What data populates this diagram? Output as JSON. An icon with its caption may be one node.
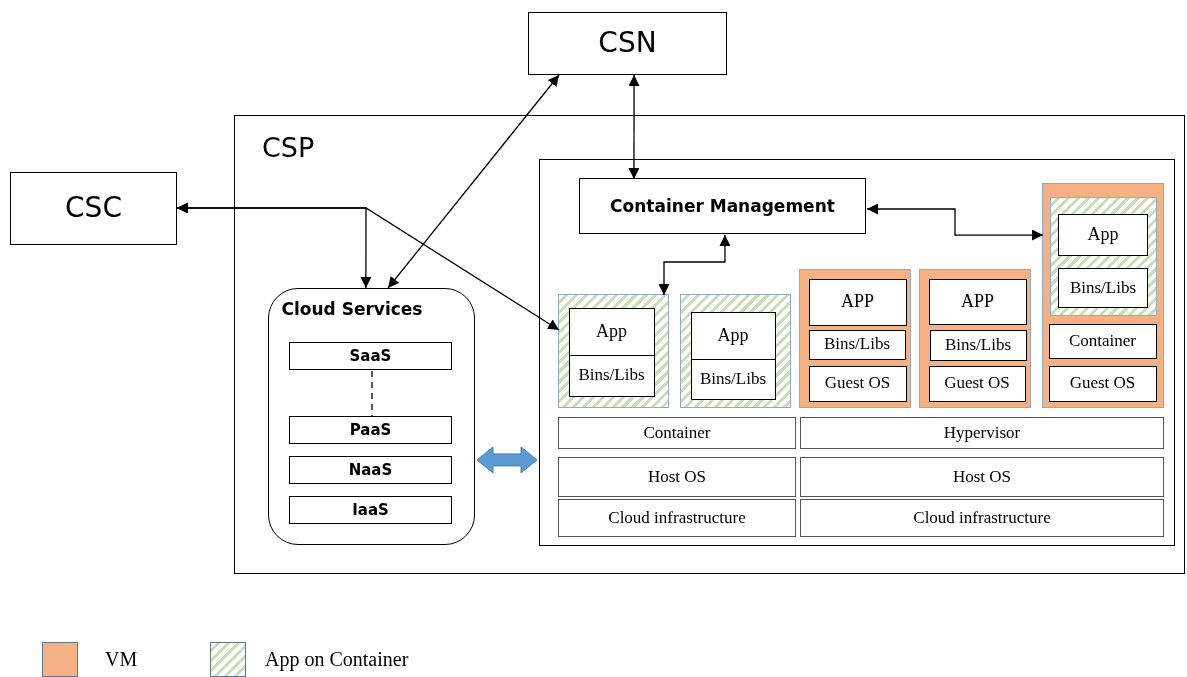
{
  "diagram": {
    "nodes": [
      {
        "text": [
          "CSN"
        ]
      },
      {
        "text": [
          "CSP"
        ]
      },
      {
        "text": [
          "CSC"
        ]
      },
      {
        "text": [
          "Cloud Services"
        ],
        "in": 1
      },
      {
        "text": [
          "SaaS"
        ],
        "in": 3
      },
      {
        "text": [
          "PaaS"
        ],
        "in": 3
      },
      {
        "text": [
          "NaaS"
        ],
        "in": 3
      },
      {
        "text": [
          "IaaS"
        ],
        "in": 3
      },
      {
        "text": [],
        "shape": "box",
        "in": 1
      },
      {
        "text": [
          "Container Management"
        ],
        "in": 8
      },
      {
        "text": [],
        "shape": "box",
        "in": 8
      },
      {
        "text": [
          "App"
        ],
        "in": 10
      },
      {
        "text": [
          "Bins/Libs"
        ],
        "in": 10
      },
      {
        "text": [],
        "shape": "box",
        "in": 8
      },
      {
        "text": [
          "App"
        ],
        "in": 13
      },
      {
        "text": [
          "Bins/Libs"
        ],
        "in": 13
      },
      {
        "text": [],
        "shape": "box",
        "in": 8
      },
      {
        "text": [
          "APP"
        ],
        "in": 16
      },
      {
        "text": [
          "Bins/Libs"
        ],
        "in": 16
      },
      {
        "text": [
          "Guest OS"
        ],
        "in": 16
      },
      {
        "text": [],
        "shape": "box",
        "in": 8
      },
      {
        "text": [
          "APP"
        ],
        "in": 20
      },
      {
        "text": [
          "Bins/Libs"
        ],
        "in": 20
      },
      {
        "text": [
          "Guest OS"
        ],
        "in": 20
      },
      {
        "text": [],
        "shape": "box",
        "in": 8
      },
      {
        "text": [],
        "shape": "box",
        "in": 24
      },
      {
        "text": [
          "App"
        ],
        "in": 25
      },
      {
        "text": [
          "Bins/Libs"
        ],
        "in": 25
      },
      {
        "text": [
          "Container"
        ],
        "in": 24
      },
      {
        "text": [
          "Guest OS"
        ],
        "in": 24
      },
      {
        "text": [
          "Container"
        ],
        "in": 8
      },
      {
        "text": [
          "Hypervisor"
        ],
        "in": 8
      },
      {
        "text": [
          "Host OS"
        ],
        "in": 8
      },
      {
        "text": [
          "Host OS"
        ],
        "in": 8
      },
      {
        "text": [
          "Cloud infrastructure"
        ],
        "in": 8
      },
      {
        "text": [
          "Cloud infrastructure"
        ],
        "in": 8
      }
    ],
    "edges": [
      {
        "from": 2,
        "to": 3,
        "arrow": "both"
      },
      {
        "from": 2,
        "to": 10,
        "arrow": "both"
      },
      {
        "from": 0,
        "to": 3,
        "arrow": "both"
      },
      {
        "from": 0,
        "to": 9,
        "arrow": "both"
      },
      {
        "from": 9,
        "to": 10,
        "arrow": "both"
      },
      {
        "from": 9,
        "to": 24,
        "arrow": "both"
      },
      {
        "from": 3,
        "to": 8,
        "arrow": "both",
        "style": "thick",
        "color": "#5b9bd5"
      },
      {
        "from": 4,
        "to": 5,
        "arrow": "none",
        "style": "dashed"
      }
    ],
    "legend": [
      {
        "text": "VM",
        "color": "#f4b183"
      },
      {
        "text": "App on Container"
      }
    ]
  }
}
